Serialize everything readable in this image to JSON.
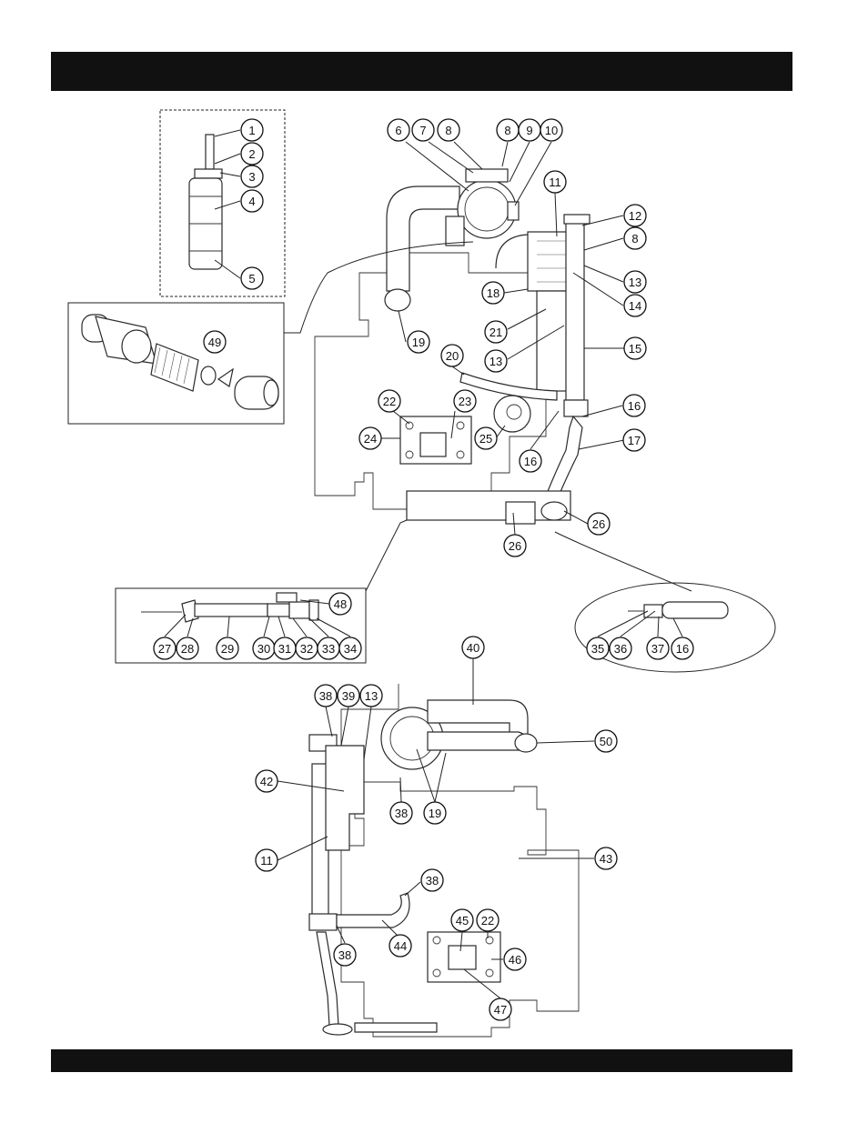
{
  "header_band": {
    "color": "#111111",
    "text": ""
  },
  "footer_band": {
    "color": "#111111",
    "text": ""
  },
  "callouts": [
    {
      "label": "1"
    },
    {
      "label": "2"
    },
    {
      "label": "3"
    },
    {
      "label": "4"
    },
    {
      "label": "5"
    },
    {
      "label": "6"
    },
    {
      "label": "7"
    },
    {
      "label": "8"
    },
    {
      "label": "8"
    },
    {
      "label": "9"
    },
    {
      "label": "10"
    },
    {
      "label": "11"
    },
    {
      "label": "12"
    },
    {
      "label": "8"
    },
    {
      "label": "13"
    },
    {
      "label": "14"
    },
    {
      "label": "18"
    },
    {
      "label": "21"
    },
    {
      "label": "13"
    },
    {
      "label": "15"
    },
    {
      "label": "19"
    },
    {
      "label": "20"
    },
    {
      "label": "22"
    },
    {
      "label": "23"
    },
    {
      "label": "24"
    },
    {
      "label": "25"
    },
    {
      "label": "16"
    },
    {
      "label": "16"
    },
    {
      "label": "17"
    },
    {
      "label": "26"
    },
    {
      "label": "26"
    },
    {
      "label": "49"
    },
    {
      "label": "48"
    },
    {
      "label": "27"
    },
    {
      "label": "28"
    },
    {
      "label": "29"
    },
    {
      "label": "30"
    },
    {
      "label": "31"
    },
    {
      "label": "32"
    },
    {
      "label": "33"
    },
    {
      "label": "34"
    },
    {
      "label": "35"
    },
    {
      "label": "36"
    },
    {
      "label": "37"
    },
    {
      "label": "16"
    },
    {
      "label": "40"
    },
    {
      "label": "38"
    },
    {
      "label": "39"
    },
    {
      "label": "13"
    },
    {
      "label": "50"
    },
    {
      "label": "42"
    },
    {
      "label": "38"
    },
    {
      "label": "19"
    },
    {
      "label": "11"
    },
    {
      "label": "43"
    },
    {
      "label": "38"
    },
    {
      "label": "44"
    },
    {
      "label": "38"
    },
    {
      "label": "45"
    },
    {
      "label": "22"
    },
    {
      "label": "46"
    },
    {
      "label": "47"
    }
  ]
}
